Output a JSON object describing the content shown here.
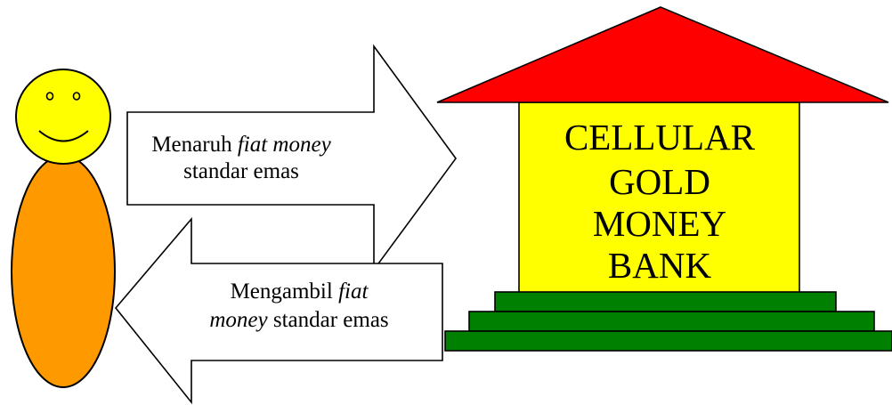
{
  "colors": {
    "face": "#ffff00",
    "body": "#ff9900",
    "roof": "#ff0000",
    "walls": "#ffff00",
    "steps": "#008000",
    "arrow_fill": "#ffffff",
    "outline": "#000000"
  },
  "deposit_arrow": {
    "line1_prefix": "Menaruh ",
    "line1_italic": "fiat money",
    "line2": "standar emas"
  },
  "withdraw_arrow": {
    "line1_prefix": "Mengambil ",
    "line1_italic": "fiat",
    "line2_italic": "money",
    "line2_suffix": " standar emas"
  },
  "bank": {
    "lines": [
      "CELLULAR",
      "GOLD",
      "MONEY",
      "BANK"
    ]
  }
}
